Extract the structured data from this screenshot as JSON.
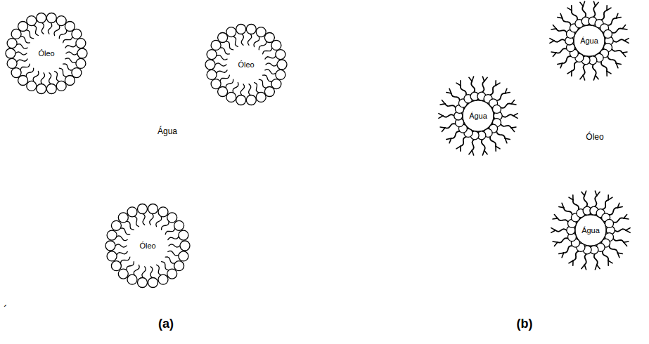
{
  "diagram": {
    "nodes": [
      {
        "text": [
          "Óleo"
        ]
      },
      {
        "text": [
          "Óleo"
        ]
      },
      {
        "text": [
          "Óleo"
        ]
      },
      {
        "text": [
          "Água"
        ]
      },
      {
        "text": [
          "Água"
        ]
      },
      {
        "text": [
          "Água"
        ]
      }
    ],
    "labels": [
      "Água",
      "Óleo",
      "(a)",
      "(b)",
      "´"
    ]
  }
}
